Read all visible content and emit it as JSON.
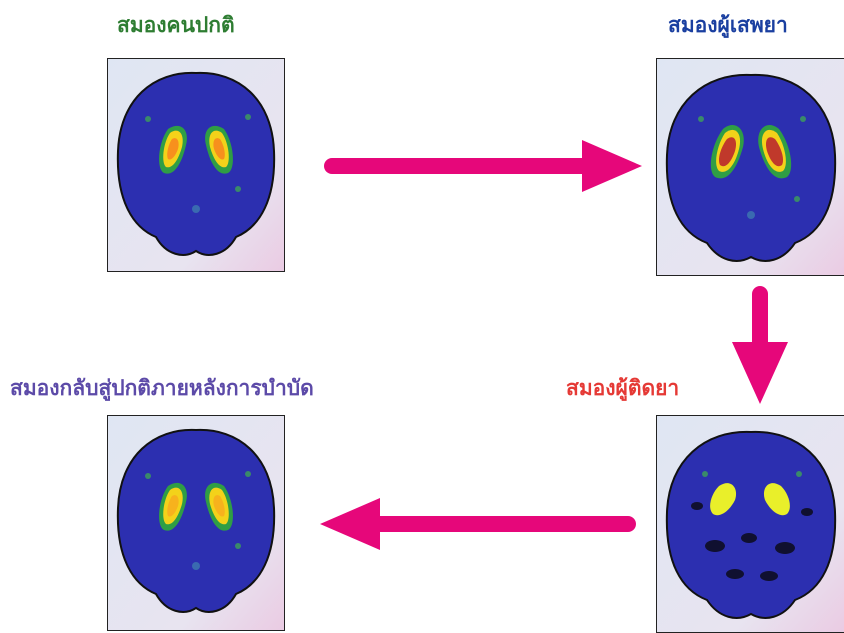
{
  "colors": {
    "normal_label": "#2e7d32",
    "user_label": "#1a3fa0",
    "addict_label": "#e53935",
    "recovered_label": "#5c4aa8",
    "arrow": "#e6077a",
    "brain_blue": "#2c2fb0"
  },
  "panels": {
    "normal": {
      "label": "สมองคนปกติ",
      "state": "normal"
    },
    "drug_user": {
      "label": "สมองผู้เสพยา",
      "state": "user"
    },
    "addict": {
      "label": "สมองผู้ติดยา",
      "state": "addict"
    },
    "recovered": {
      "label": "สมองกลับสู่ปกติภายหลังการบำบัด",
      "state": "recovered"
    }
  },
  "flow": [
    "normal",
    "drug_user",
    "addict",
    "recovered"
  ]
}
